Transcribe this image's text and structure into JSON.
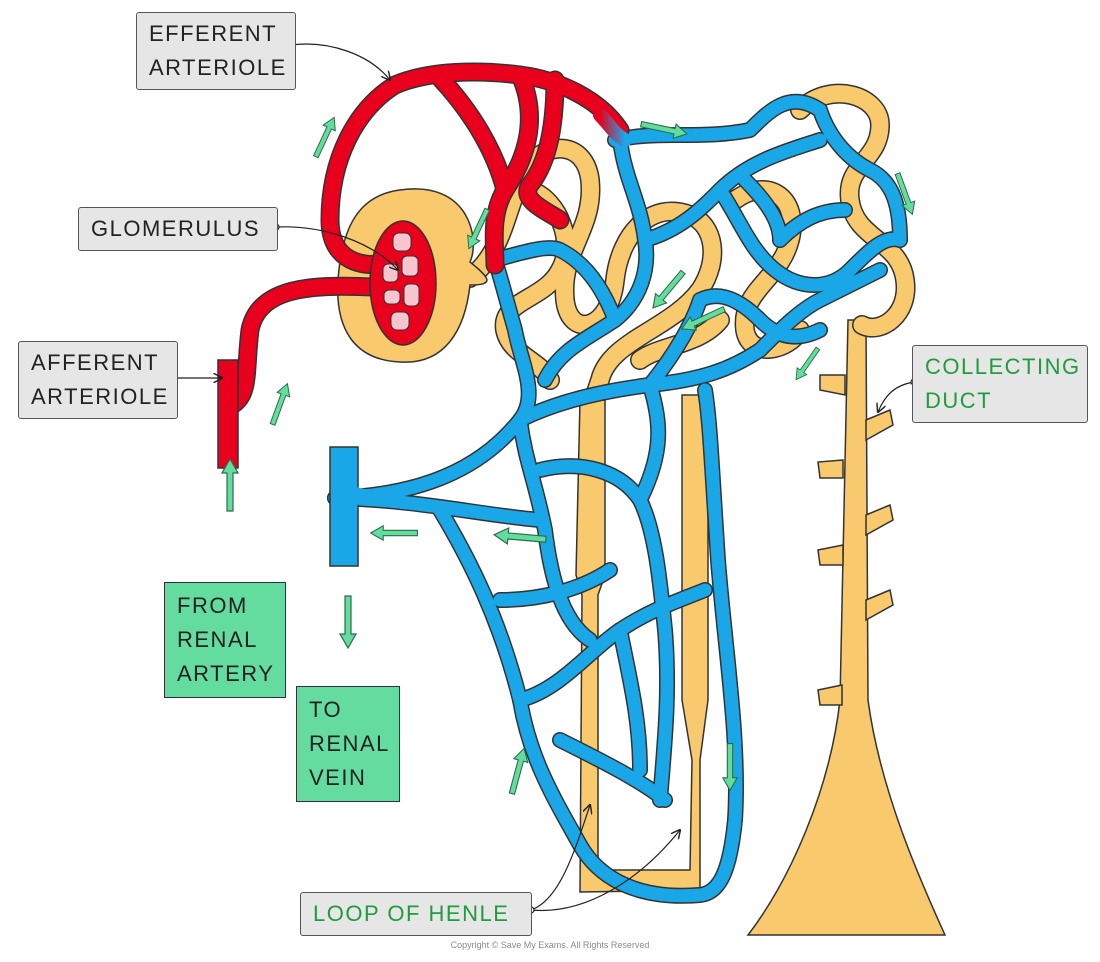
{
  "labels": {
    "efferent_arteriole": [
      "EFFERENT",
      "ARTERIOLE"
    ],
    "glomerulus": "GLOMERULUS",
    "afferent_arteriole": [
      "AFFERENT",
      "ARTERIOLE"
    ],
    "from_renal_artery": [
      "FROM",
      "RENAL",
      "ARTERY"
    ],
    "to_renal_vein": [
      "TO",
      "RENAL",
      "VEIN"
    ],
    "collecting_duct": [
      "COLLECTING",
      "DUCT"
    ],
    "loop_of_henle": "LOOP OF HENLE"
  },
  "copyright": "Copyright © Save My Exams. All Rights Reserved",
  "colors": {
    "artery": "#e8001c",
    "vein": "#1aa7e8",
    "tubule": "#f9c96d",
    "flow_arrow": "#64dca0",
    "glomerulus_capillary": "#f8c5cf",
    "label_box": "#e6e6e6"
  }
}
